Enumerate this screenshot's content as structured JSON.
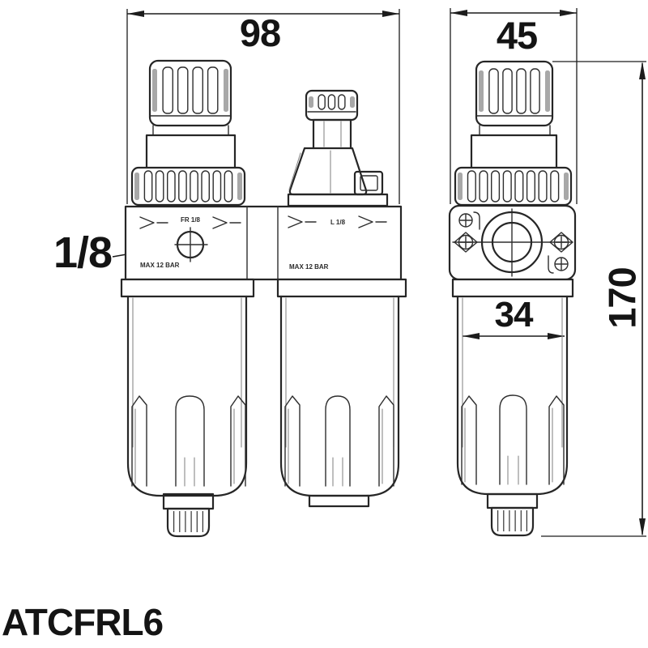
{
  "drawing": {
    "part_number": "ATCFRL6",
    "dimensions": {
      "front_width_mm": "98",
      "side_width_mm": "45",
      "overall_height_mm": "170",
      "bowl_width_mm": "34"
    },
    "port_callout": "1/8",
    "markings": {
      "module1_label": "FR 1/8",
      "module2_label": "L 1/8",
      "max_pressure": "MAX 12 BAR"
    },
    "colors": {
      "line": "#262626",
      "shade": "#a8a8a8",
      "background": "#ffffff"
    }
  }
}
